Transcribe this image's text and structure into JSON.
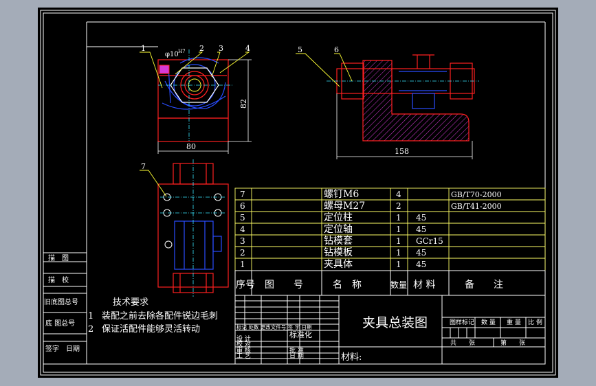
{
  "palette": {
    "window_bg": "#a4acb8",
    "sheet_bg": "#000000",
    "frame": "#ffffff",
    "table_yellow": "#ffff66",
    "part_red": "#ff2020",
    "part_blue": "#2a4dff",
    "centerline_cyan": "#39e7ff",
    "hatch_magenta": "#d63ad6",
    "leader_yellow": "#ffff33",
    "dim_white": "#ffffff"
  },
  "views": {
    "top_left": {
      "dim_width": "80",
      "dim_height": "82",
      "dim_hole": "φ10",
      "dim_hole_sub": "H7",
      "balloons": [
        "1",
        "2",
        "3",
        "4"
      ]
    },
    "top_right": {
      "dim_width": "158",
      "balloons": [
        "5",
        "6"
      ]
    },
    "bottom_left": {
      "balloons": [
        "7"
      ]
    }
  },
  "side_block": {
    "rows": [
      "描　图",
      "描　校",
      "旧底图总号",
      "底 图总号",
      "签字　日期"
    ]
  },
  "tech_requirements": {
    "title": "技术要求",
    "items": [
      {
        "num": "1",
        "text": "装配之前去除各配件锐边毛刺"
      },
      {
        "num": "2",
        "text": "保证活配件能够灵活转动"
      }
    ]
  },
  "bom": {
    "header": {
      "seq": "序号",
      "code": "图　　号",
      "name": "名　称",
      "qty": "数量",
      "material": "材 料",
      "note": "备　　注"
    },
    "rows": [
      {
        "seq": "7",
        "name": "螺钉M6",
        "qty": "4",
        "material": "",
        "note": "GB/T70-2000"
      },
      {
        "seq": "6",
        "name": "螺母M27",
        "qty": "2",
        "material": "",
        "note": "GB/T41-2000"
      },
      {
        "seq": "5",
        "name": "定位柱",
        "qty": "1",
        "material": "45",
        "note": ""
      },
      {
        "seq": "4",
        "name": "定位轴",
        "qty": "1",
        "material": "45",
        "note": ""
      },
      {
        "seq": "3",
        "name": "钻模套",
        "qty": "1",
        "material": "GCr15",
        "note": ""
      },
      {
        "seq": "2",
        "name": "钻模板",
        "qty": "1",
        "material": "45",
        "note": ""
      },
      {
        "seq": "1",
        "name": "夹具体",
        "qty": "1",
        "material": "45",
        "note": ""
      }
    ]
  },
  "title_block": {
    "drawing_title": "夹具总装图",
    "material_label": "材料:",
    "rev_header": "标记 处数 更改文件号 签 字 日期",
    "design": "设 计",
    "check": "校 对",
    "review": "审 核",
    "process": "工 艺",
    "standard": "标准化",
    "approve": "批 准",
    "date": "日 期",
    "stage_header": "图样标记",
    "weight": "数 量",
    "mass": "重 量",
    "scale": "比 例",
    "sheets_total": "共　　张",
    "sheet_no": "第　　张"
  }
}
